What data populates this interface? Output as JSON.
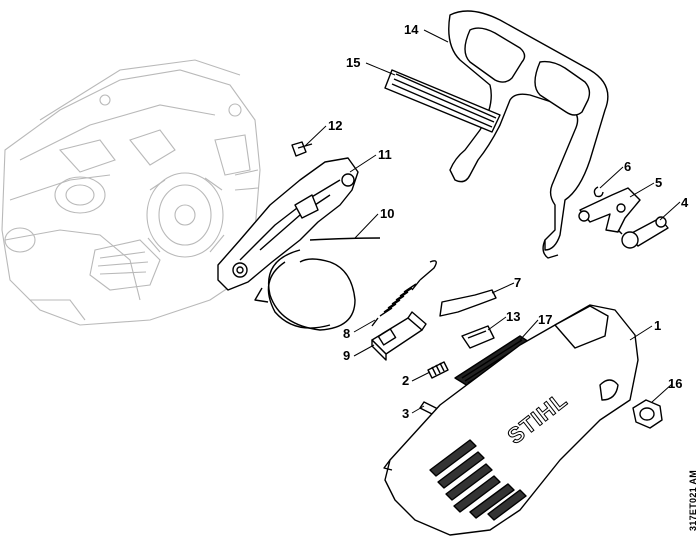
{
  "diagram": {
    "reference_code": "317ET021 AM",
    "brand_text": "STIHL",
    "callouts": [
      {
        "id": "1",
        "label": "1"
      },
      {
        "id": "2",
        "label": "2"
      },
      {
        "id": "3",
        "label": "3"
      },
      {
        "id": "4",
        "label": "4"
      },
      {
        "id": "5",
        "label": "5"
      },
      {
        "id": "6",
        "label": "6"
      },
      {
        "id": "7",
        "label": "7"
      },
      {
        "id": "8",
        "label": "8"
      },
      {
        "id": "9",
        "label": "9"
      },
      {
        "id": "10",
        "label": "10"
      },
      {
        "id": "11",
        "label": "11"
      },
      {
        "id": "12",
        "label": "12"
      },
      {
        "id": "13",
        "label": "13"
      },
      {
        "id": "14",
        "label": "14"
      },
      {
        "id": "15",
        "label": "15"
      },
      {
        "id": "16",
        "label": "16"
      },
      {
        "id": "17",
        "label": "17"
      }
    ]
  }
}
